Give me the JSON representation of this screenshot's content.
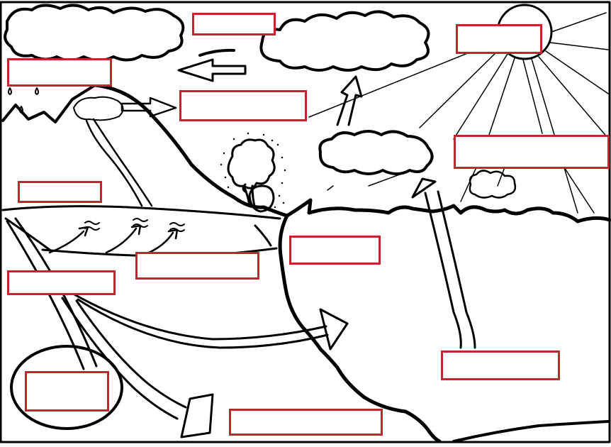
{
  "diagram": {
    "kind": "water-cycle-worksheet",
    "box_color": "#c0262d",
    "line_color": "#000000",
    "paper_color": "#ffffff",
    "labels": [
      {
        "id": "top-center",
        "text": ""
      },
      {
        "id": "sun",
        "text": ""
      },
      {
        "id": "top-left",
        "text": ""
      },
      {
        "id": "mountain-peak",
        "text": ""
      },
      {
        "id": "right-middle",
        "text": ""
      },
      {
        "id": "mountain-left",
        "text": ""
      },
      {
        "id": "lake-center",
        "text": ""
      },
      {
        "id": "ocean-top",
        "text": ""
      },
      {
        "id": "left-middle",
        "text": ""
      },
      {
        "id": "ocean-bottom-right",
        "text": ""
      },
      {
        "id": "circled-bottom-left",
        "text": ""
      },
      {
        "id": "bottom-center",
        "text": ""
      }
    ]
  }
}
